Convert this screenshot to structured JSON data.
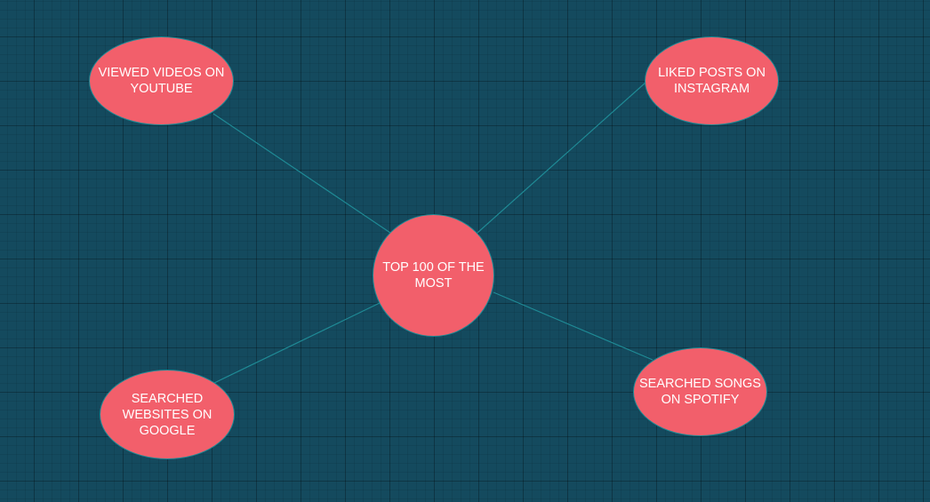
{
  "diagram": {
    "background_color": "#144a5e",
    "node_color": "#f25f6b",
    "edge_color": "#1f8a95",
    "center": {
      "label": "TOP 100 OF THE MOST"
    },
    "branches": [
      {
        "label": "VIEWED VIDEOS ON YOUTUBE"
      },
      {
        "label": "LIKED POSTS ON INSTAGRAM"
      },
      {
        "label": "SEARCHED WEBSITES ON GOOGLE"
      },
      {
        "label": "SEARCHED SONGS ON SPOTIFY"
      }
    ]
  }
}
